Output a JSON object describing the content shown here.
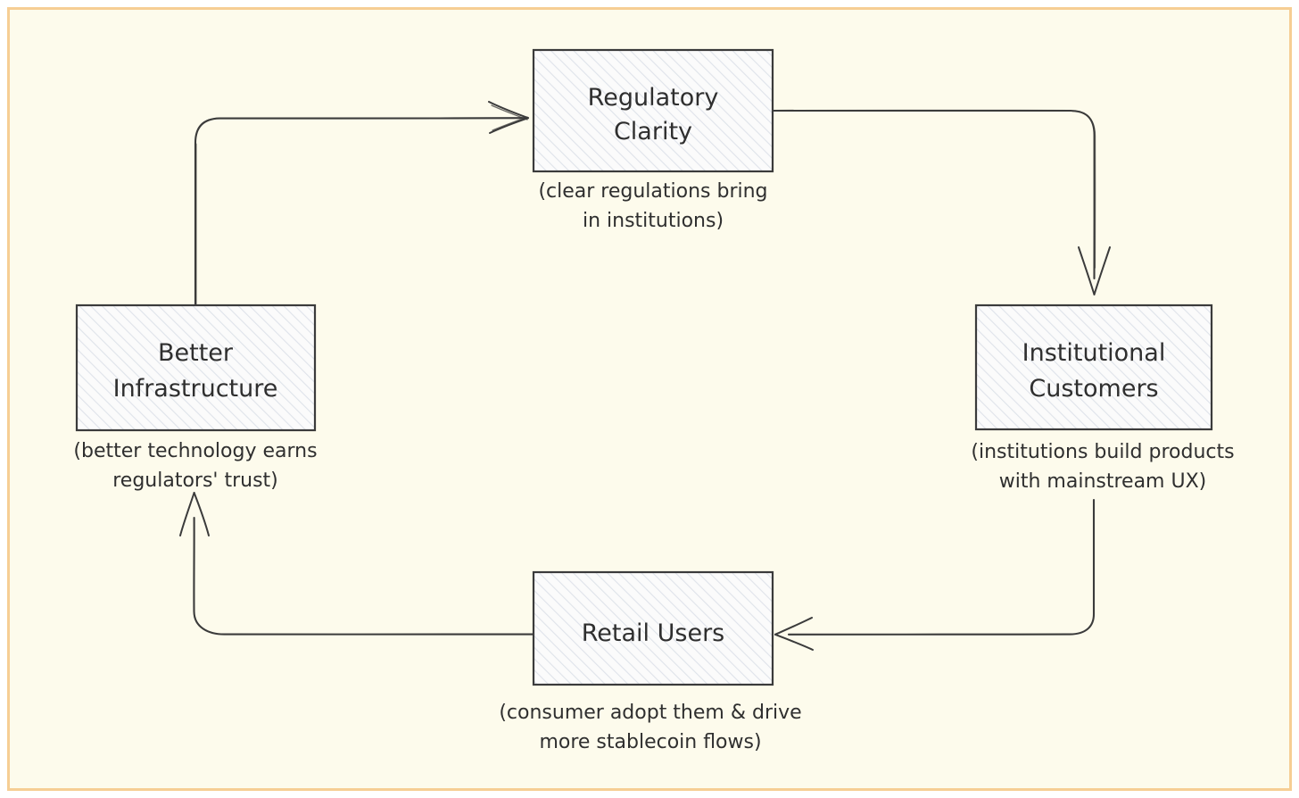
{
  "theme": {
    "page_background": "#ffffff",
    "frame_background": "#fdfbec",
    "frame_border": "#f6ce94",
    "ink": "#3b3b3b",
    "box_fill": "#fbfbfb",
    "hatch": "#dfe3ea"
  },
  "diagram": {
    "type": "cycle-flywheel",
    "title": "",
    "nodes": [
      {
        "id": "regulatory-clarity",
        "label_line1": "Regulatory",
        "label_line2": "Clarity",
        "caption_line1": "(clear regulations bring",
        "caption_line2": "in institutions)",
        "position": "top"
      },
      {
        "id": "institutional-customers",
        "label_line1": "Institutional",
        "label_line2": "Customers",
        "caption_line1": "(institutions build products",
        "caption_line2": "with mainstream UX)",
        "position": "right"
      },
      {
        "id": "retail-users",
        "label_line1": "Retail Users",
        "label_line2": "",
        "caption_line1": "(consumer adopt them & drive",
        "caption_line2": "more stablecoin flows)",
        "position": "bottom"
      },
      {
        "id": "better-infrastructure",
        "label_line1": "Better",
        "label_line2": "Infrastructure",
        "caption_line1": "(better technology earns",
        "caption_line2": "regulators' trust)",
        "position": "left"
      }
    ],
    "edges": [
      {
        "id": "edge-regulatory-to-institutional",
        "from": "regulatory-clarity",
        "to": "institutional-customers",
        "label": ""
      },
      {
        "id": "edge-institutional-to-retail",
        "from": "institutional-customers",
        "to": "retail-users",
        "label": ""
      },
      {
        "id": "edge-retail-to-infrastructure",
        "from": "retail-users",
        "to": "better-infrastructure",
        "label": ""
      },
      {
        "id": "edge-infrastructure-to-regulatory",
        "from": "better-infrastructure",
        "to": "regulatory-clarity",
        "label": ""
      }
    ]
  }
}
